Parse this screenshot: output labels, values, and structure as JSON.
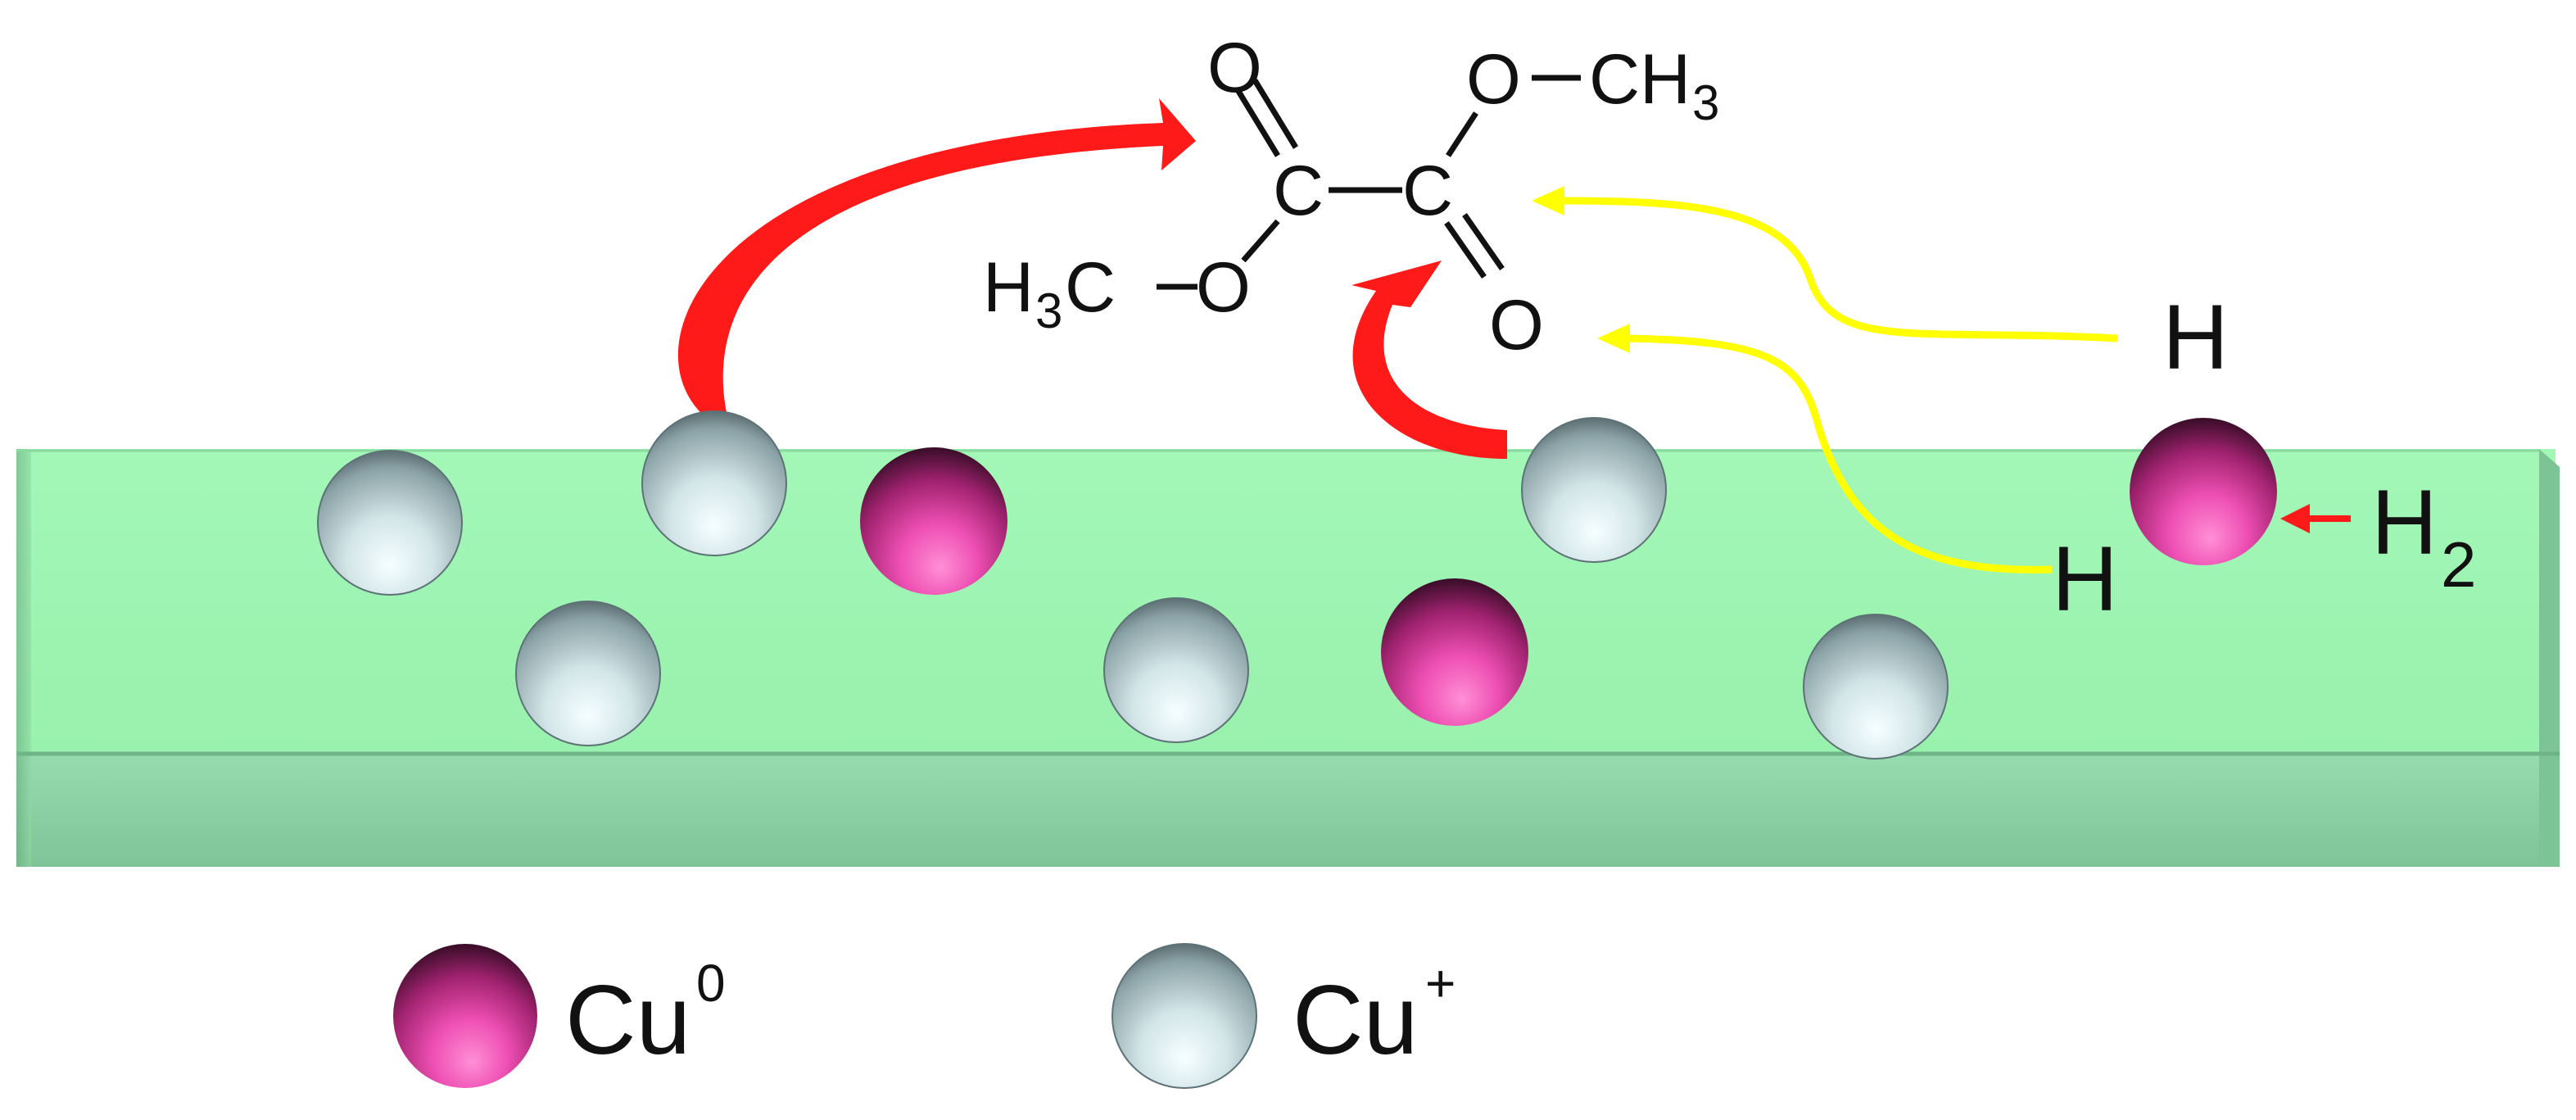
{
  "colors": {
    "support_top": "#9cf4b0",
    "support_front": "#85cc9f",
    "support_edge": "#6fb487",
    "cu0": "#e0359c",
    "cu_plus": "#b8ccd0",
    "red_arrow": "#ff1a1a",
    "yellow_arrow": "#ffff00"
  },
  "molecule": {
    "atom_o": "O",
    "atom_c": "C",
    "methyl_h": "H",
    "methyl_c": "C",
    "sub_3": "3",
    "methyl_left_h": "H",
    "methyl_left_c": "C"
  },
  "hydrogen": {
    "h_upper": "H",
    "h_lower": "H",
    "h2_main": "H",
    "h2_sub": "2"
  },
  "legend": {
    "cu0_main": "Cu",
    "cu0_sup": "0",
    "cu_plus_main": "Cu",
    "cu_plus_sup": "+"
  }
}
